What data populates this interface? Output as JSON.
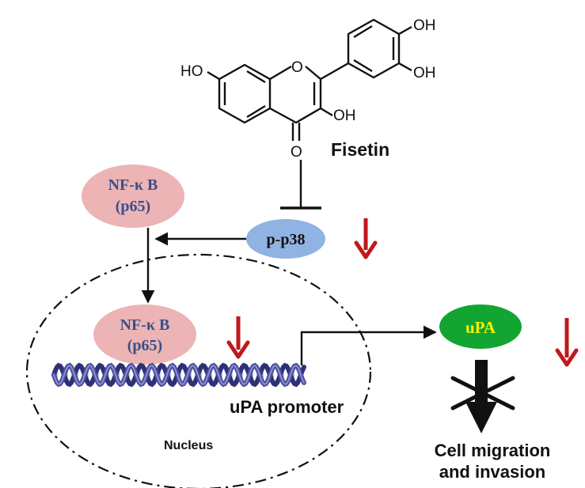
{
  "molecule": {
    "name": "Fisetin",
    "labels": {
      "oh_7": "HO",
      "o_ring": "O",
      "oh_3p": "OH",
      "oh_4p": "OH",
      "oh_3": "OH",
      "o_keto": "O"
    }
  },
  "nodes": {
    "nfkb_cytoplasm": {
      "line1": "NF-κ B",
      "line2": "(p65)"
    },
    "pp38": {
      "label": "p-p38"
    },
    "nfkb_nucleus": {
      "line1": "NF-κ B",
      "line2": "(p65)"
    },
    "upa": {
      "label": "uPA"
    }
  },
  "labels": {
    "upa_promoter": "uPA promoter",
    "nucleus": "Nucleus",
    "outcome_line1": "Cell migration",
    "outcome_line2": "and invasion"
  },
  "colors": {
    "nfkb_fill": "#ecb4b4",
    "nfkb_text": "#3a4f8a",
    "pp38_fill": "#8fb3e2",
    "upa_fill": "#12a531",
    "upa_text": "#f2f200",
    "down_arrow": "#c0181c",
    "dna_strand": "#4a4d98"
  }
}
